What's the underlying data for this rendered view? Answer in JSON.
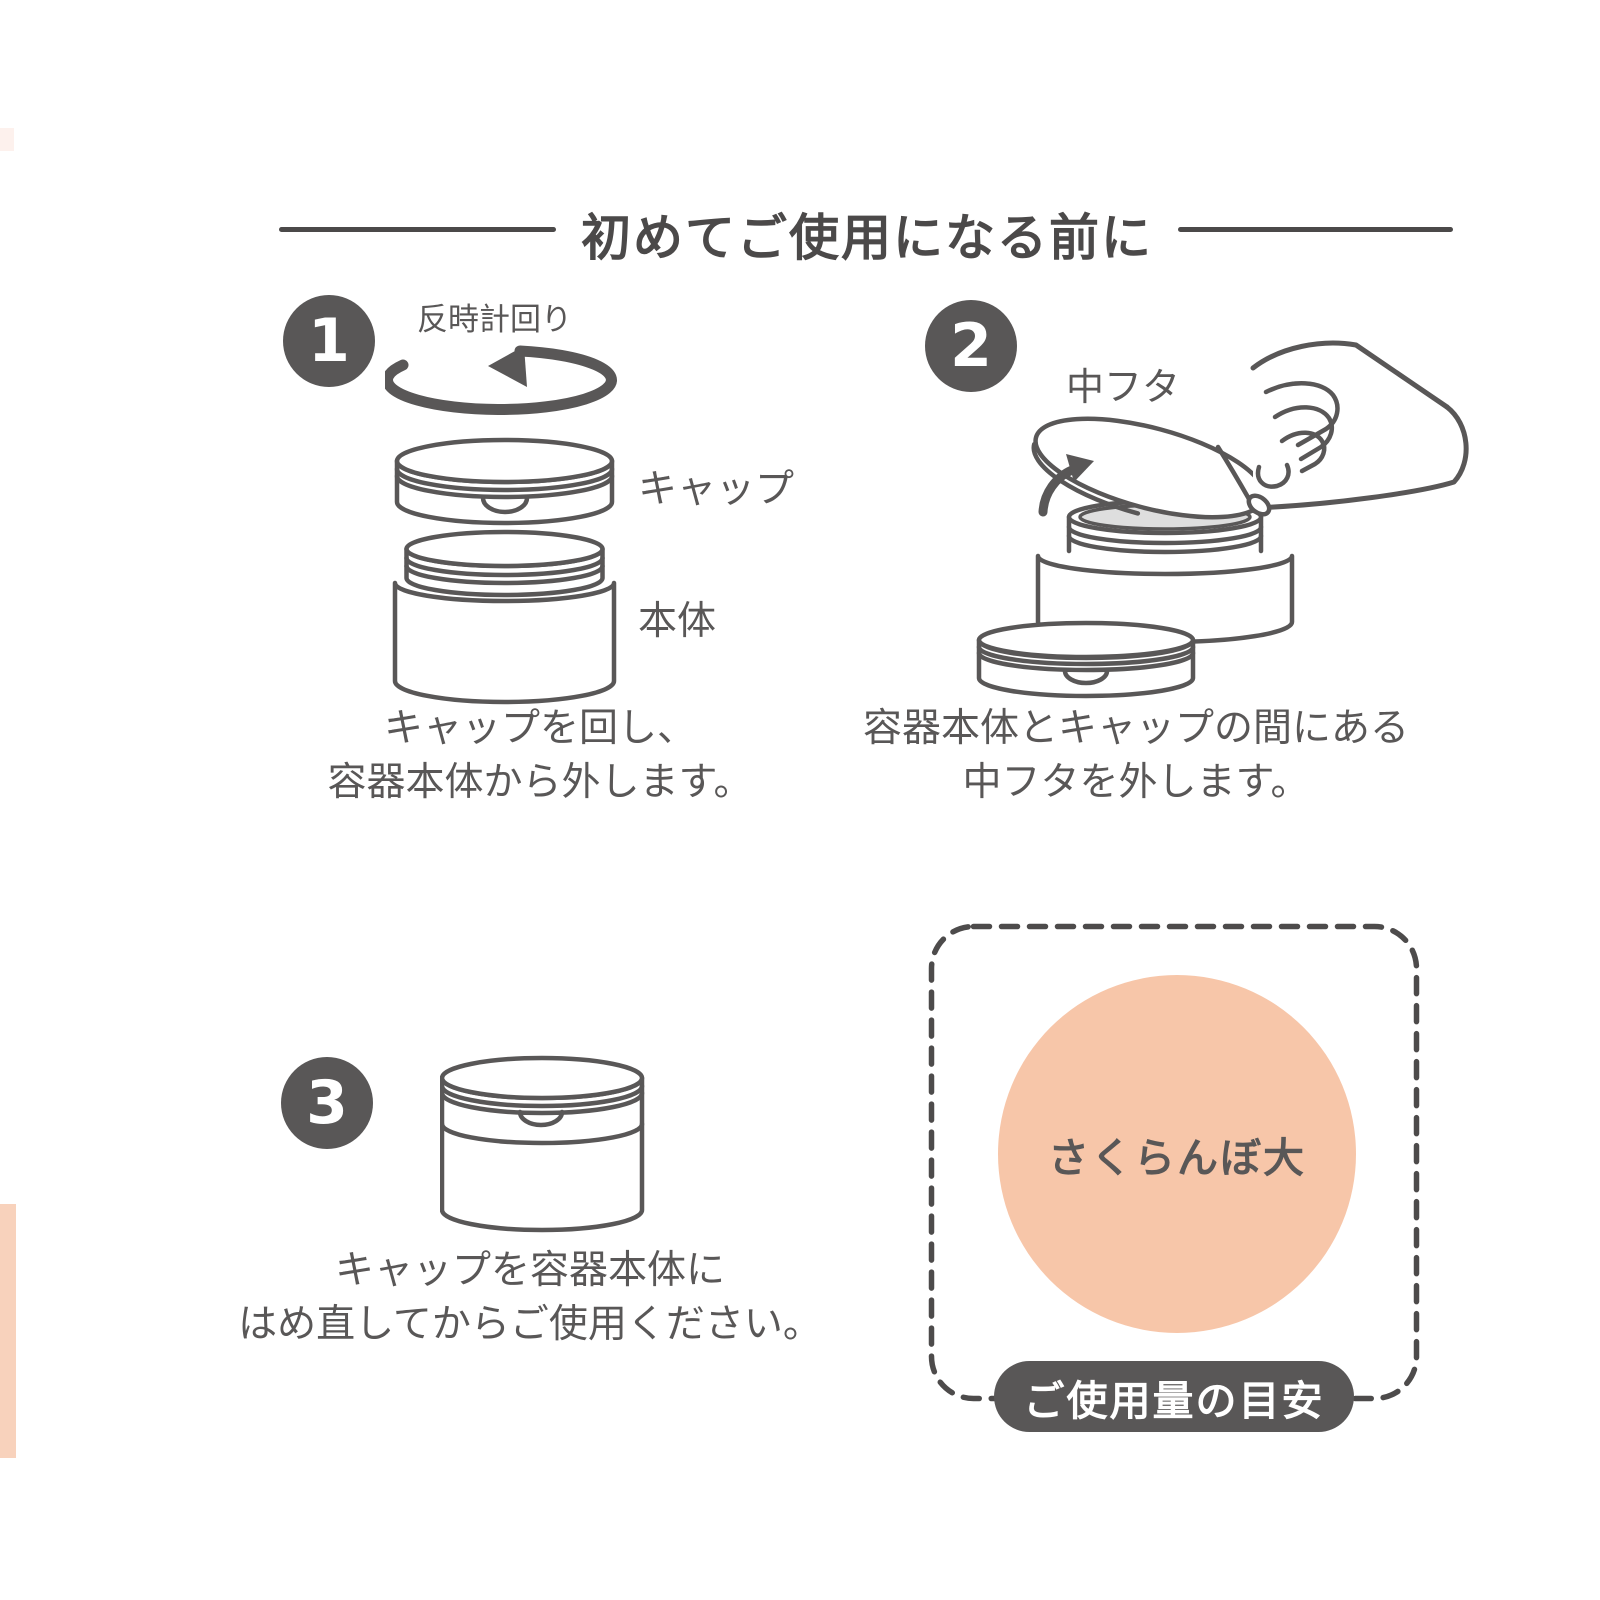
{
  "page": {
    "background": "#ffffff",
    "ink_color": "#595757"
  },
  "title": {
    "text": "初めてご使用になる前に"
  },
  "step1": {
    "number": "1",
    "rotation_label": "反時計回り",
    "cap_label": "キャップ",
    "body_label": "本体",
    "caption_line1": "キャップを回し、",
    "caption_line2": "容器本体から外します。"
  },
  "step2": {
    "number": "2",
    "inner_lid_label": "中フタ",
    "caption_line1": "容器本体とキャップの間にある",
    "caption_line2": "中フタを外します。"
  },
  "step3": {
    "number": "3",
    "caption_line1": "キャップを容器本体に",
    "caption_line2": "はめ直してからご使用ください。"
  },
  "usage_guide": {
    "amount_text": "さくらんぼ大",
    "badge_text": "ご使用量の目安",
    "circle_color": "#f7c6a9",
    "badge_background": "#595757",
    "badge_text_color": "#ffffff"
  },
  "decor": {
    "left_strip_color": "#f8d2bc",
    "corner_square_color": "#fdf1ed",
    "jar_mouth_gray": "#dedede"
  }
}
